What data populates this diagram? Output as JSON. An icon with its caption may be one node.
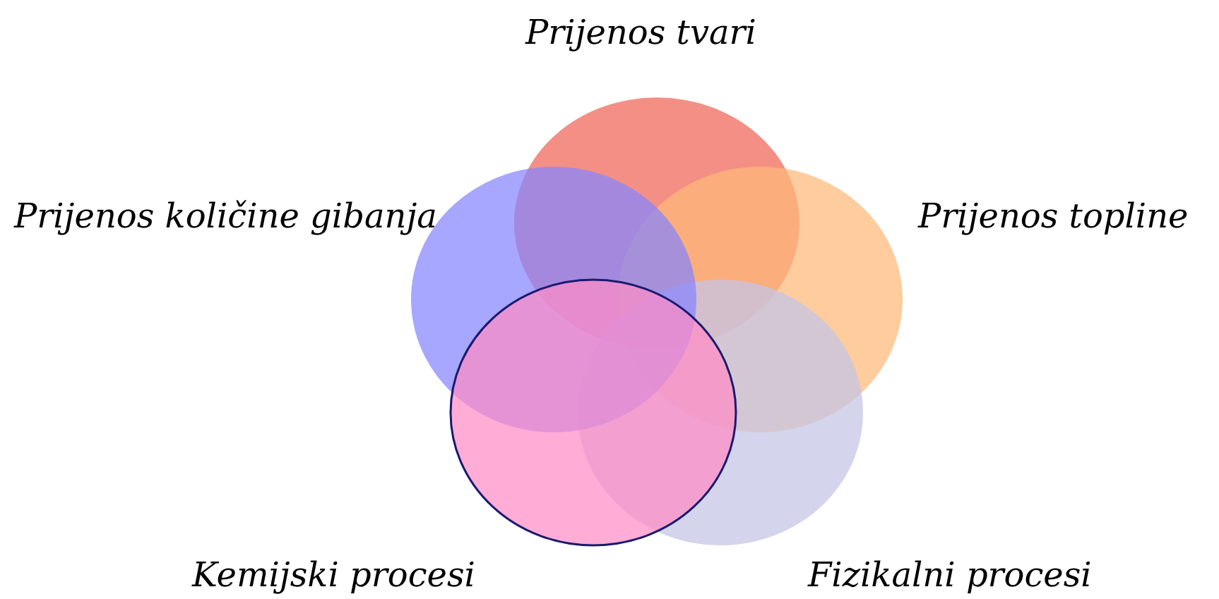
{
  "diagram": {
    "nodes": [
      {
        "text": [
          "Prijenos tvari"
        ]
      },
      {
        "text": [
          "Prijenos količine gibanja"
        ]
      },
      {
        "text": [
          "Prijenos topline"
        ]
      },
      {
        "text": [
          "Kemijski procesi"
        ]
      },
      {
        "text": [
          "Fizikalni procesi"
        ]
      }
    ]
  }
}
